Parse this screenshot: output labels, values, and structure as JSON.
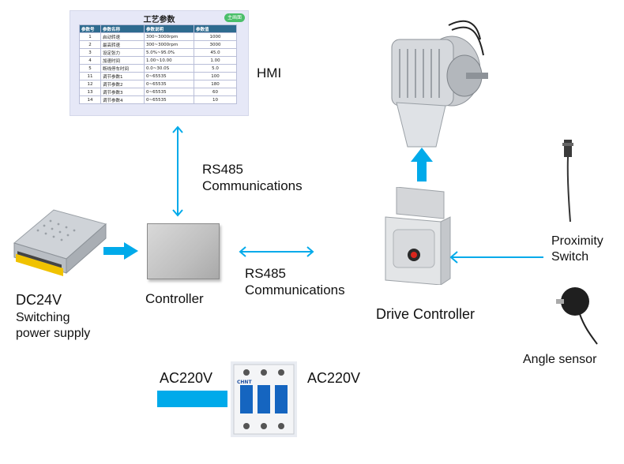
{
  "hmi": {
    "title": "工艺参数",
    "home_button": "主画面",
    "columns": [
      "参数号",
      "参数名称",
      "参数说明",
      "参数值"
    ],
    "rows": [
      [
        "1",
        "启动转速",
        "300~3000rpm",
        "1000"
      ],
      [
        "2",
        "最高转速",
        "300~3000rpm",
        "3000"
      ],
      [
        "3",
        "设定张力",
        "5.0%~95.0%",
        "45.0"
      ],
      [
        "4",
        "加速时间",
        "1.00~10.00",
        "1.00"
      ],
      [
        "5",
        "断线停车时间",
        "0.0~30.0S",
        "5.0"
      ],
      [
        "11",
        "调节参数1",
        "0~65535",
        "100"
      ],
      [
        "12",
        "调节参数2",
        "0~65535",
        "180"
      ],
      [
        "13",
        "调节参数3",
        "0~65535",
        "60"
      ],
      [
        "14",
        "调节参数4",
        "0~65535",
        "10"
      ]
    ]
  },
  "labels": {
    "hmi": "HMI",
    "rs485_top_1": "RS485",
    "rs485_top_2": "Communications",
    "rs485_mid_1": "RS485",
    "rs485_mid_2": "Communications",
    "controller": "Controller",
    "psu_1": "DC24V",
    "psu_2": "Switching",
    "psu_3": "power supply",
    "drive_controller": "Drive Controller",
    "proximity_1": "Proximity",
    "proximity_2": "Switch",
    "angle_sensor": "Angle sensor",
    "ac_left": "AC220V",
    "ac_right": "AC220V"
  },
  "breaker_brand": "CHNT",
  "colors": {
    "arrow": "#00aaea",
    "bar": "#00aaea",
    "hmi_header": "#2e6b8f"
  }
}
